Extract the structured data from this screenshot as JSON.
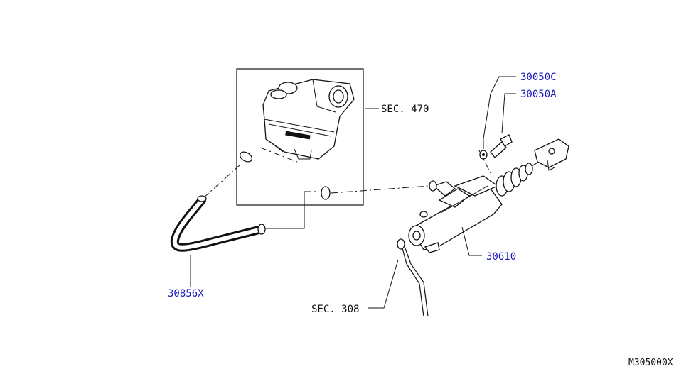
{
  "diagram": {
    "labels": {
      "sec470": "SEC. 470",
      "p30050c": "30050C",
      "p30050a": "30050A",
      "p30610": "30610",
      "sec308": "SEC. 308",
      "p30856x": "30856X",
      "code": "M305000X"
    },
    "colors": {
      "part_number": "#1a1ab8",
      "line": "#111111",
      "background": "#ffffff"
    }
  }
}
